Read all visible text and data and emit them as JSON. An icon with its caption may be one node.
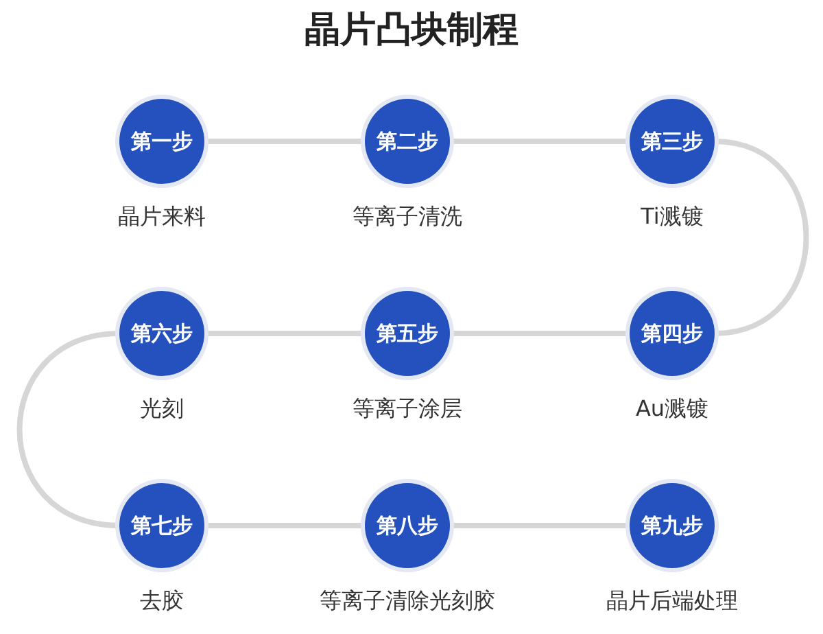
{
  "diagram": {
    "title": "晶片凸块制程",
    "nodes": [
      {
        "text": [
          "第一步"
        ],
        "beside": [
          "晶片来料"
        ]
      },
      {
        "text": [
          "第二步"
        ],
        "beside": [
          "等离子清洗"
        ]
      },
      {
        "text": [
          "第三步"
        ],
        "beside": [
          "Ti溅镀"
        ]
      },
      {
        "text": [
          "第四步"
        ],
        "beside": [
          "Au溅镀"
        ]
      },
      {
        "text": [
          "第五步"
        ],
        "beside": [
          "等离子涂层"
        ]
      },
      {
        "text": [
          "第六步"
        ],
        "beside": [
          "光刻"
        ]
      },
      {
        "text": [
          "第七步"
        ],
        "beside": [
          "去胶"
        ]
      },
      {
        "text": [
          "第八步"
        ],
        "beside": [
          "等离子清除光刻胶"
        ]
      },
      {
        "text": [
          "第九步"
        ],
        "beside": [
          "晶片后端处理"
        ]
      }
    ],
    "edges": [
      {
        "from": 0,
        "to": 1,
        "arrow": "none"
      },
      {
        "from": 1,
        "to": 2,
        "arrow": "none"
      },
      {
        "from": 2,
        "to": 3,
        "arrow": "none"
      },
      {
        "from": 3,
        "to": 4,
        "arrow": "none"
      },
      {
        "from": 4,
        "to": 5,
        "arrow": "none"
      },
      {
        "from": 5,
        "to": 6,
        "arrow": "none"
      },
      {
        "from": 6,
        "to": 7,
        "arrow": "none"
      },
      {
        "from": 7,
        "to": 8,
        "arrow": "none"
      }
    ]
  }
}
